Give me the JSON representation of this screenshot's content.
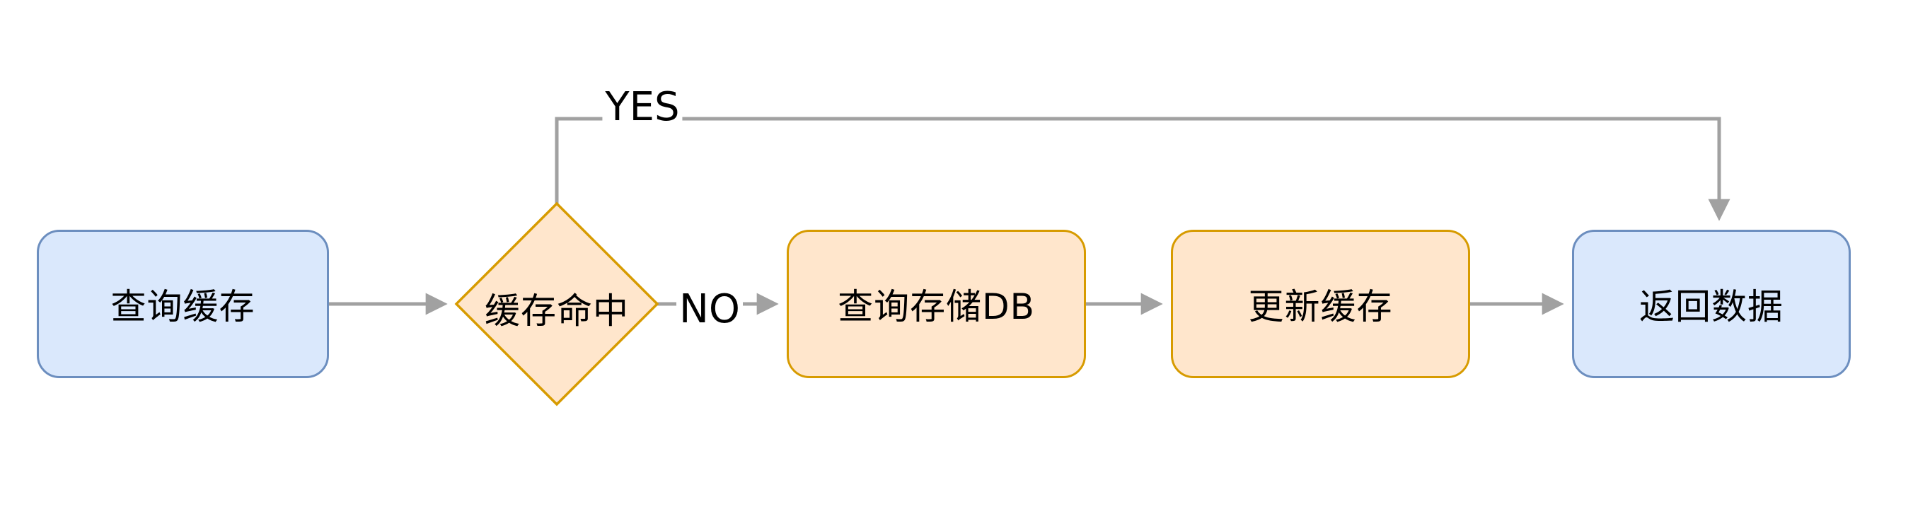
{
  "diagram": {
    "type": "flowchart",
    "nodes": [
      {
        "id": "query-cache",
        "label": "查询缓存",
        "shape": "rounded-rect",
        "fill": "#DAE8FC",
        "stroke": "#6C8EBF"
      },
      {
        "id": "cache-hit",
        "label": "缓存命中",
        "shape": "diamond",
        "fill": "#FFE6CC",
        "stroke": "#D79B00"
      },
      {
        "id": "query-db",
        "label": "查询存储DB",
        "shape": "rounded-rect",
        "fill": "#FFE6CC",
        "stroke": "#D79B00"
      },
      {
        "id": "update-cache",
        "label": "更新缓存",
        "shape": "rounded-rect",
        "fill": "#FFE6CC",
        "stroke": "#D79B00"
      },
      {
        "id": "return-data",
        "label": "返回数据",
        "shape": "rounded-rect",
        "fill": "#DAE8FC",
        "stroke": "#6C8EBF"
      }
    ],
    "edges": [
      {
        "from": "query-cache",
        "to": "cache-hit",
        "label": ""
      },
      {
        "from": "cache-hit",
        "to": "return-data",
        "label": "YES"
      },
      {
        "from": "cache-hit",
        "to": "query-db",
        "label": "NO"
      },
      {
        "from": "query-db",
        "to": "update-cache",
        "label": ""
      },
      {
        "from": "update-cache",
        "to": "return-data",
        "label": ""
      }
    ],
    "colors": {
      "arrow": "#A1A1A1",
      "text": "#000000",
      "background": "#FFFFFF"
    }
  }
}
